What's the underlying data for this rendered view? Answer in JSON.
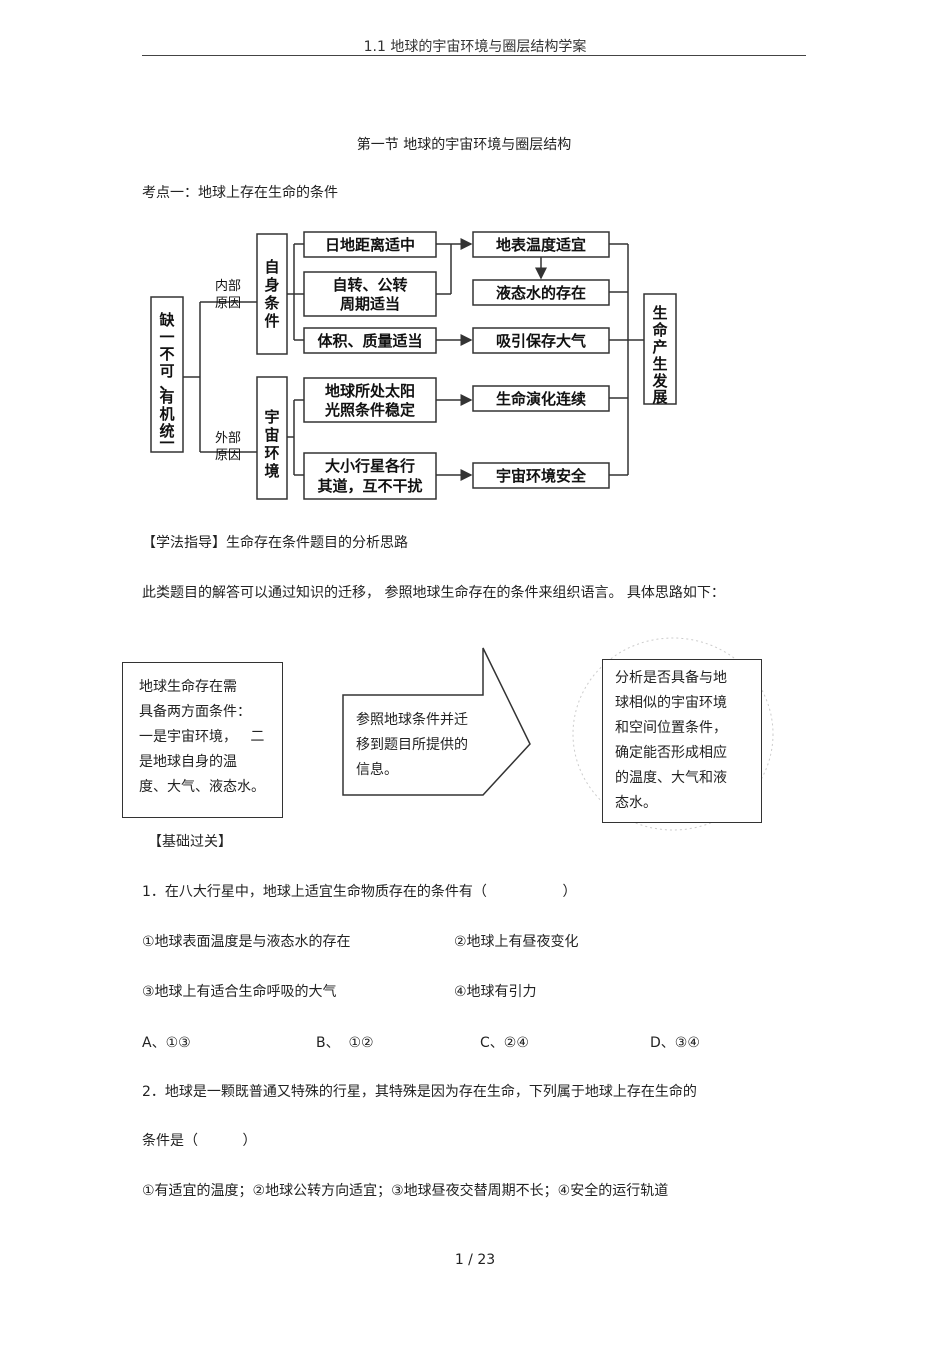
{
  "header": {
    "title": "1.1  地球的宇宙环境与圈层结构学案"
  },
  "section_title": "第一节   地球的宇宙环境与圈层结构",
  "kaodian1": "考点一：地球上存在生命的条件",
  "diagram": {
    "root": [
      "缺",
      "一",
      "不",
      "可",
      "、",
      "有",
      "机",
      "统",
      "一"
    ],
    "inner_cause": [
      "内部",
      "原因"
    ],
    "outer_cause": [
      "外部",
      "原因"
    ],
    "self_conditions": [
      "自",
      "身",
      "条",
      "件"
    ],
    "cosmic_env": [
      "宇",
      "宙",
      "环",
      "境"
    ],
    "c1": "日地距离适中",
    "c2": [
      "自转、公转",
      "周期适当"
    ],
    "c3": "体积、质量适当",
    "c4": [
      "地球所处太阳",
      "光照条件稳定"
    ],
    "c5": [
      "大小行星各行",
      "其道，互不干扰"
    ],
    "r1": "地表温度适宜",
    "r2": "液态水的存在",
    "r3": "吸引保存大气",
    "r4": "生命演化连续",
    "r5": "宇宙环境安全",
    "result": [
      "生",
      "命",
      "产",
      "生",
      "发",
      "展"
    ]
  },
  "guide_title": "【学法指导】生命存在条件题目的分析思路",
  "guide_text": "此类题目的解答可以通过知识的迁移，      参照地球生命存在的条件来组织语言。      具体思路如下：",
  "flow": {
    "box1": [
      "地球生命存在需",
      "具备两方面条件：",
      "一是宇宙环境，   二",
      "是地球自身的温",
      "度、大气、液态水。"
    ],
    "arrow": [
      "参照地球条件并迁",
      "移到题目所提供的",
      "信息。"
    ],
    "box3": [
      "分析是否具备与地",
      "球相似的宇宙环境",
      "和空间位置条件，",
      "确定能否形成相应",
      "的温度、大气和液",
      "态水。"
    ]
  },
  "basics_title": "【基础过关】",
  "q1": {
    "stem": "1．在八大行星中，地球上适宜生命物质存在的条件有（                 ）",
    "opt1": "①地球表面温度是与液态水的存在",
    "opt2": "②地球上有昼夜变化",
    "opt3": "③地球上有适合生命呼吸的大气",
    "opt4": "④地球有引力",
    "a": "A、①③",
    "b": "B、  ①②",
    "c": "C、②④",
    "d": "D、③④"
  },
  "q2": {
    "stem": "2．地球是一颗既普通又特殊的行星，其特殊是因为存在生命，下列属于地球上存在生命的",
    "stem2": "条件是（          ）",
    "opts": "①有适宜的温度；②地球公转方向适宜；③地球昼夜交替周期不长；④安全的运行轨道"
  },
  "footer": {
    "page": "1 / 23"
  }
}
